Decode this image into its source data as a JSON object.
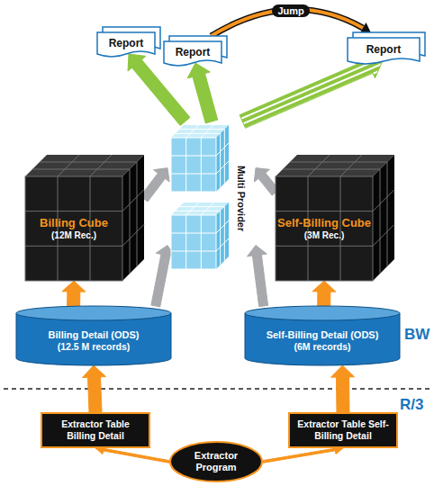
{
  "diagram": {
    "nodes": [
      {
        "text": [
          "Report"
        ]
      },
      {
        "text": [
          "Report"
        ]
      },
      {
        "text": [
          "Report"
        ]
      },
      {
        "text": [
          "Multi Provider"
        ]
      },
      {
        "text": [
          "Billing Cube",
          "(12M Rec.)"
        ]
      },
      {
        "text": [
          "Self-Billing Cube",
          "(3M Rec.)"
        ]
      },
      {
        "text": [
          "Billing Detail (ODS)",
          "(12.5 M records)"
        ]
      },
      {
        "text": [
          "Self-Billing Detail (ODS)",
          "(6M records)"
        ]
      },
      {
        "text": [
          "Extractor Table Billing Detail"
        ]
      },
      {
        "text": [
          "Extractor Table Self-Billing Detail"
        ]
      },
      {
        "text": [
          "Extractor Program"
        ]
      }
    ],
    "edges": [
      {
        "from": 10,
        "to": 8,
        "arrow": "to"
      },
      {
        "from": 10,
        "to": 9,
        "arrow": "to"
      },
      {
        "from": 8,
        "to": 6,
        "arrow": "to"
      },
      {
        "from": 9,
        "to": 7,
        "arrow": "to"
      },
      {
        "from": 6,
        "to": 4,
        "arrow": "to"
      },
      {
        "from": 7,
        "to": 5,
        "arrow": "to"
      },
      {
        "from": 6,
        "to": 3,
        "arrow": "to"
      },
      {
        "from": 7,
        "to": 3,
        "arrow": "to"
      },
      {
        "from": 4,
        "to": 3,
        "arrow": "to"
      },
      {
        "from": 5,
        "to": 3,
        "arrow": "to"
      },
      {
        "from": 3,
        "to": 0,
        "arrow": "to"
      },
      {
        "from": 3,
        "to": 1,
        "arrow": "to"
      },
      {
        "from": 3,
        "to": 2,
        "arrow": "to"
      },
      {
        "from": 1,
        "to": 2,
        "label": "Jump",
        "arrow": "to"
      }
    ],
    "labels": [
      "BW",
      "R/3"
    ]
  }
}
